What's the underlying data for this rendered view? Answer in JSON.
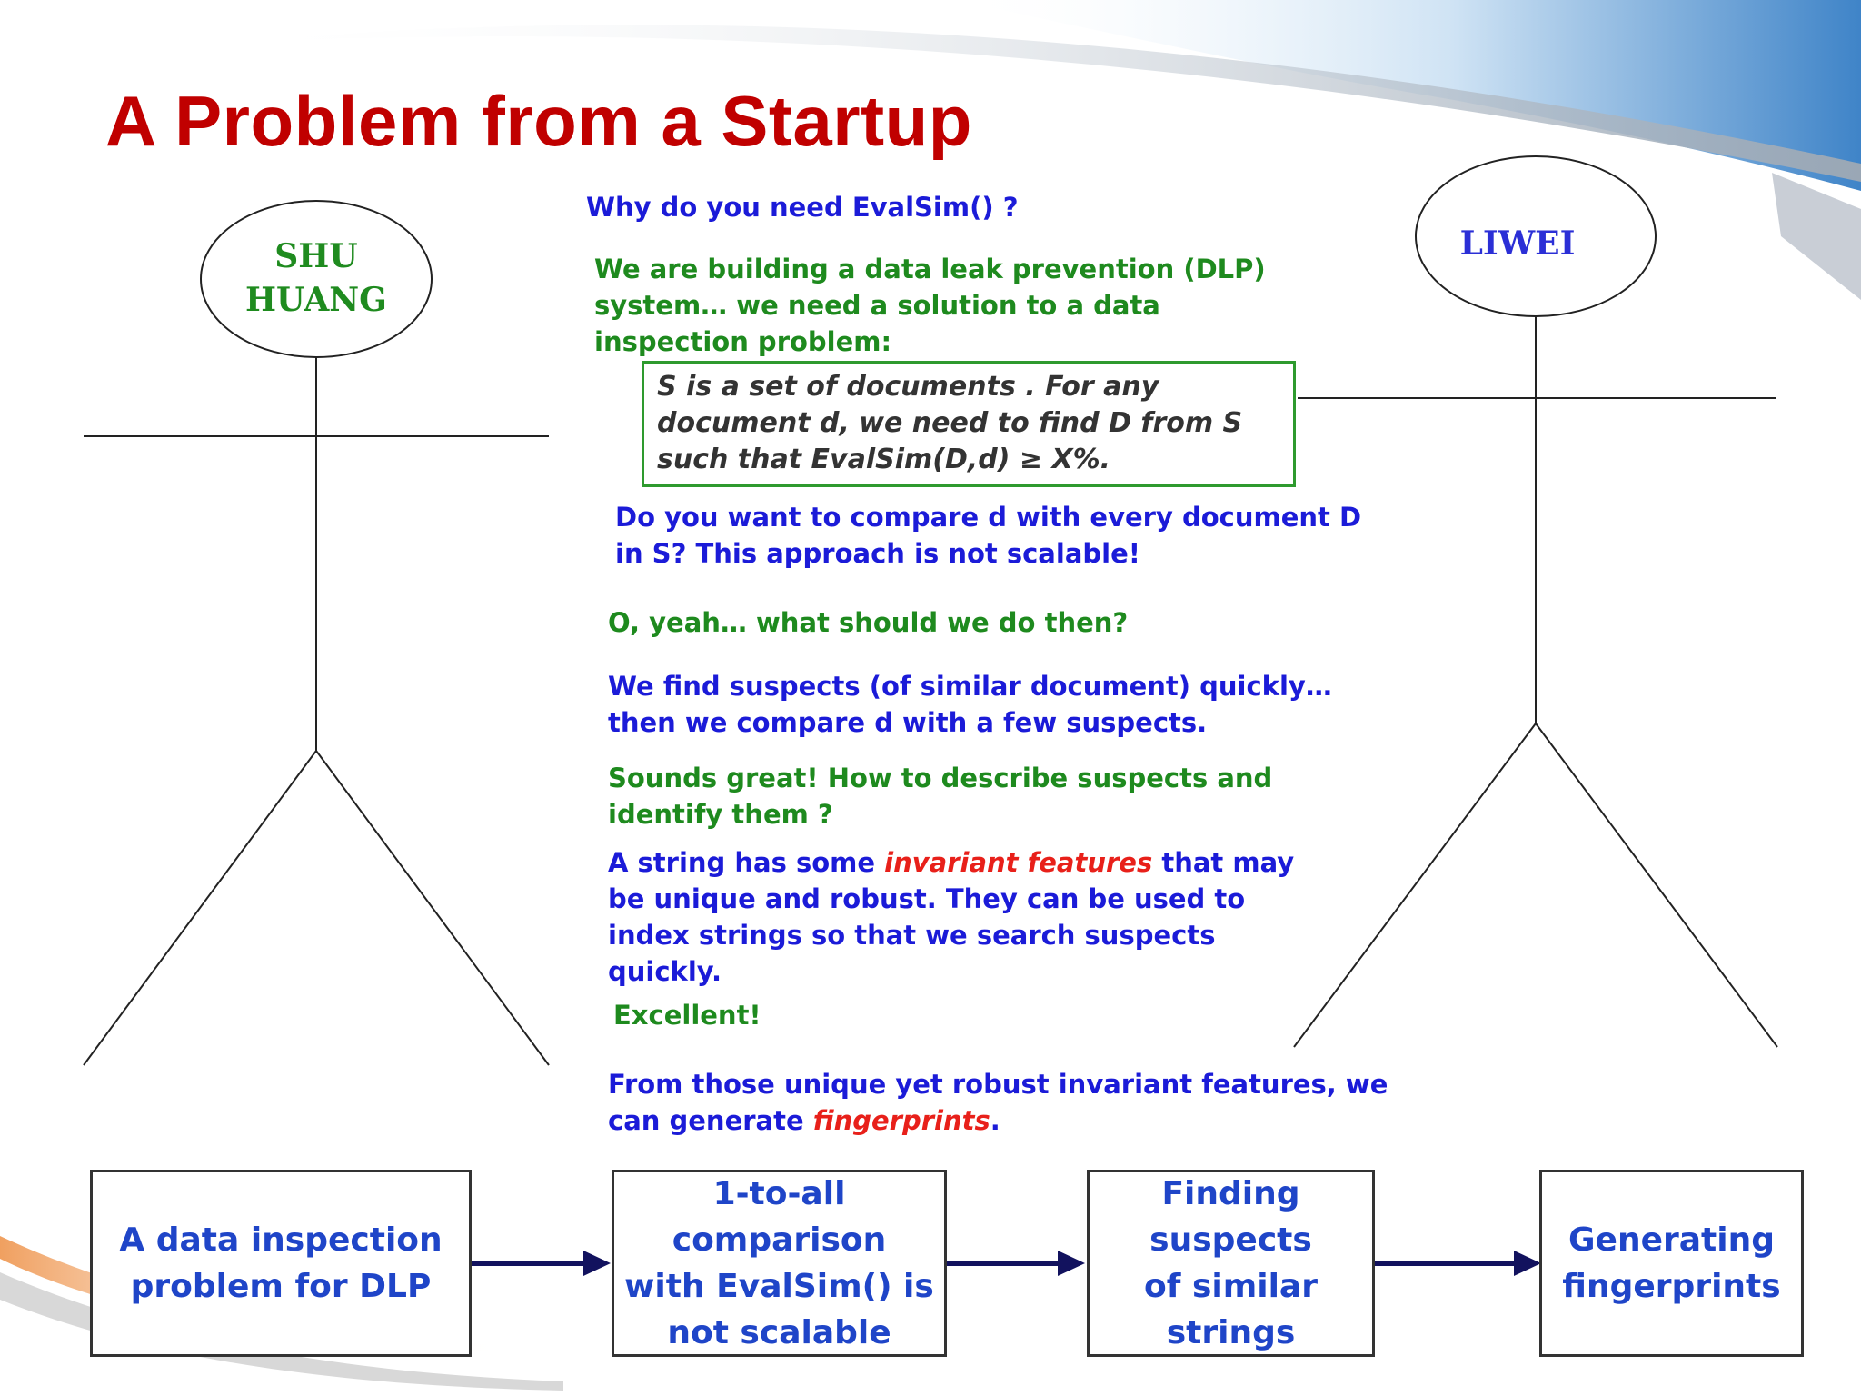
{
  "slide": {
    "title": "A Problem from a Startup",
    "colors": {
      "title": "#c00000",
      "blue": "#1b1bd8",
      "green": "#1e8a1e",
      "emphasis": "#e8201a",
      "box_text": "#1f45c8"
    }
  },
  "figures": {
    "left_name": [
      "SHU",
      "HUANG"
    ],
    "right_name": "LIWEI"
  },
  "dialogue": {
    "q1": "Why do you need EvalSim() ?",
    "a1": [
      "We are building a data leak prevention (DLP)",
      "system…  we need a solution to  a data",
      "inspection problem:"
    ],
    "definition": [
      "S is a  set of documents . For any",
      "document d, we need to find D from S",
      "such that  EvalSim(D,d) ≥ X%."
    ],
    "q2": [
      "Do you want to compare d with every document D",
      "in S?  This approach is not scalable!"
    ],
    "a2": "O, yeah… what should we do then?",
    "q3": [
      "We find  suspects (of similar document) quickly…",
      "then we compare d with  a few  suspects."
    ],
    "a3": [
      "Sounds great!  How to describe suspects and",
      "identify them ?"
    ],
    "q4": {
      "line1_pre": "A string  has some ",
      "line1_em": "invariant features",
      "line1_post": " that may",
      "lines": [
        "be  unique and robust.  They can be used to",
        "index strings so that we  search  suspects",
        "quickly."
      ]
    },
    "a4": "Excellent!",
    "q5": {
      "line1": "From those unique yet robust invariant features, we",
      "line2_pre": "can generate ",
      "line2_em": "fingerprints",
      "line2_post": "."
    }
  },
  "flow": {
    "boxes": [
      [
        "A data inspection",
        "problem for DLP"
      ],
      [
        "1-to-all comparison",
        "with EvalSim() is",
        "not scalable"
      ],
      [
        "Finding suspects",
        "of similar strings"
      ],
      [
        "Generating",
        "fingerprints"
      ]
    ]
  }
}
